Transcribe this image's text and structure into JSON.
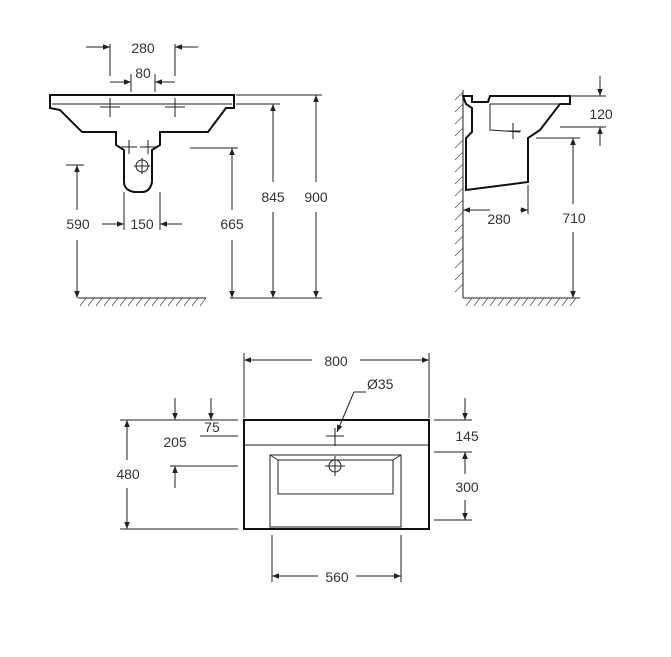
{
  "front_view": {
    "tap_spacing": "280",
    "tap_center": "80",
    "bowl_to_floor_left": "590",
    "siphon_width": "150",
    "siphon_to_floor": "665",
    "rim_height": "845",
    "total_height": "900"
  },
  "side_view": {
    "depth_top": "120",
    "depth": "280",
    "mount_height": "710"
  },
  "top_view": {
    "width": "800",
    "hole_diameter": "Ø35",
    "tap_hole_offset": "75",
    "drain_offset": "205",
    "overall_depth": "480",
    "rear_ledge": "145",
    "bowl_depth": "300",
    "bowl_width": "560"
  },
  "colors": {
    "line": "#222222",
    "text": "#333333"
  }
}
